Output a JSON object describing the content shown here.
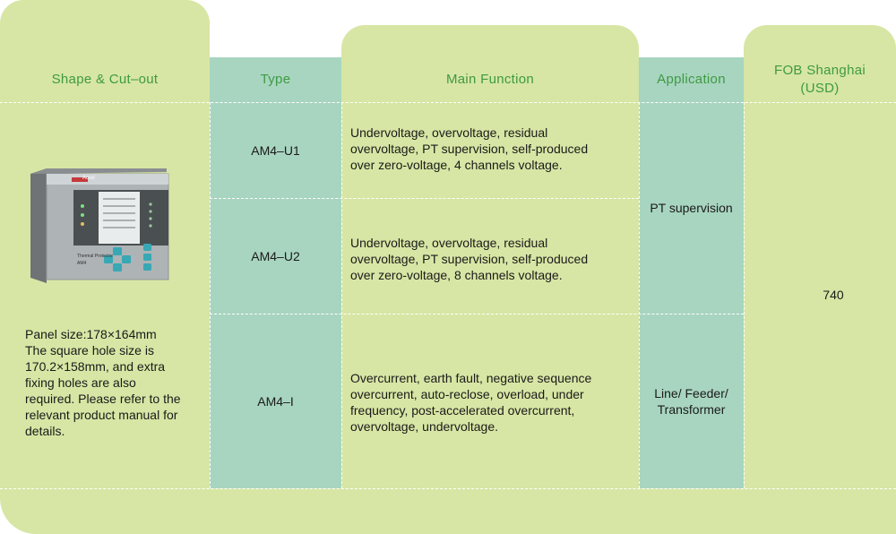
{
  "headers": {
    "shape": "Shape & Cut–out",
    "type": "Type",
    "main_function": "Main Function",
    "application": "Application",
    "fob": "FOB Shanghai\n(USD)"
  },
  "shape_description": "Panel size:178×164mm\nThe square hole size is\n170.2×158mm, and extra\nfixing holes are also\nrequired. Please refer to the\nrelevant product manual for\ndetails.",
  "device": {
    "brand": "Acrel",
    "caption": "Thermal Protector",
    "model": "AM4"
  },
  "rows": [
    {
      "type": "AM4–U1",
      "function": "Undervoltage, overvoltage, residual\novervoltage, PT supervision, self-produced\nover zero-voltage, 4 channels voltage."
    },
    {
      "type": "AM4–U2",
      "function": "Undervoltage, overvoltage, residual\novervoltage, PT supervision, self-produced\nover zero-voltage, 8 channels voltage."
    },
    {
      "type": "AM4–I",
      "function": "Overcurrent, earth fault, negative sequence\novercurrent, auto-reclose, overload, under\nfrequency, post-accelerated overcurrent,\novervoltage, undervoltage."
    }
  ],
  "applications": {
    "pt": "PT supervision",
    "line": "Line/ Feeder/\nTransformer"
  },
  "price": "740",
  "colors": {
    "light_green": "#d7e6a4",
    "teal": "#a8d5c0",
    "header_text": "#3e9a43"
  }
}
